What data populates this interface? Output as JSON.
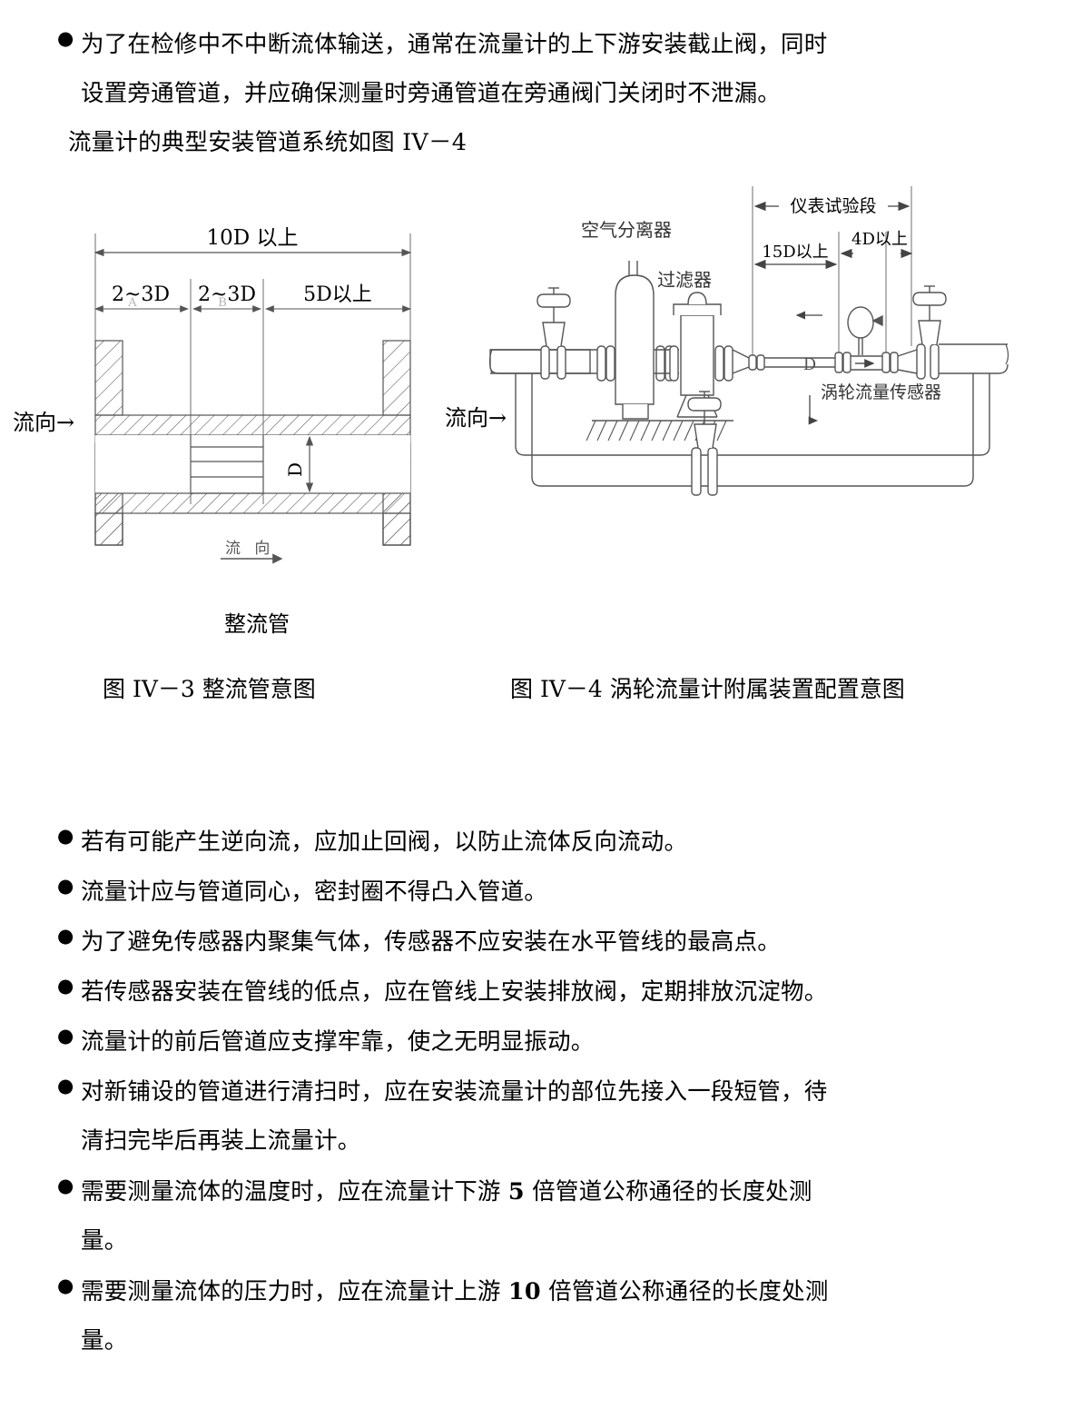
{
  "document": {
    "top_paragraph": {
      "bullet": "●",
      "line1": "为了在检修中不中断流体输送，通常在流量计的上下游安装截止阀，同时",
      "line2": "设置旁通管道，并应确保测量时旁通管道在旁通阀门关闭时不泄漏。",
      "line3": "流量计的典型安装管道系统如图 IV－4"
    },
    "bullets": [
      {
        "line1": "若有可能产生逆向流，应加止回阀，以防止流体反向流动。"
      },
      {
        "line1": "流量计应与管道同心，密封圈不得凸入管道。"
      },
      {
        "line1": "为了避免传感器内聚集气体，传感器不应安装在水平管线的最高点。"
      },
      {
        "line1": "若传感器安装在管线的低点，应在管线上安装排放阀，定期排放沉淀物。"
      },
      {
        "line1": "流量计的前后管道应支撑牢靠，使之无明显振动。"
      },
      {
        "line1": "对新铺设的管道进行清扫时，应在安装流量计的部位先接入一段短管，待",
        "line2": "清扫完毕后再装上流量计。"
      },
      {
        "line1_a": "需要测量流体的温度时，应在流量计下游 ",
        "line1_num": "5",
        "line1_b": " 倍管道公称通径的长度处测",
        "line2": "量。"
      },
      {
        "line1_a": "需要测量流体的压力时，应在流量计上游 ",
        "line1_num": "10",
        "line1_b": " 倍管道公称通径的长度处测",
        "line2": "量。"
      }
    ]
  },
  "figure_left": {
    "caption": "图 IV－3 整流管意图",
    "inner_title": "整流管",
    "flow_label_outer": "流向→",
    "flow_label_inner": "流 向",
    "dim_total": "10D 以上",
    "dim_seg1": "2~3D",
    "dim_seg1_mark": "A",
    "dim_seg2": "2~3D",
    "dim_seg2_mark": "B",
    "dim_seg3": "5D以上",
    "diameter_label": "D"
  },
  "figure_right": {
    "caption": "图 IV－4 涡轮流量计附属装置配置意图",
    "flow_label": "流向→",
    "label_air_separator": "空气分离器",
    "label_filter": "过滤器",
    "label_sensor": "涡轮流量传感器",
    "dim_test_section": "仪表试验段",
    "dim_15d": "15D以上",
    "dim_4d": "4D以上",
    "diameter_label": "D"
  },
  "colors": {
    "ink": "#000000",
    "line": "#4a4a4a",
    "line_light": "#6e6e6e",
    "faint": "#a8a8a8"
  }
}
